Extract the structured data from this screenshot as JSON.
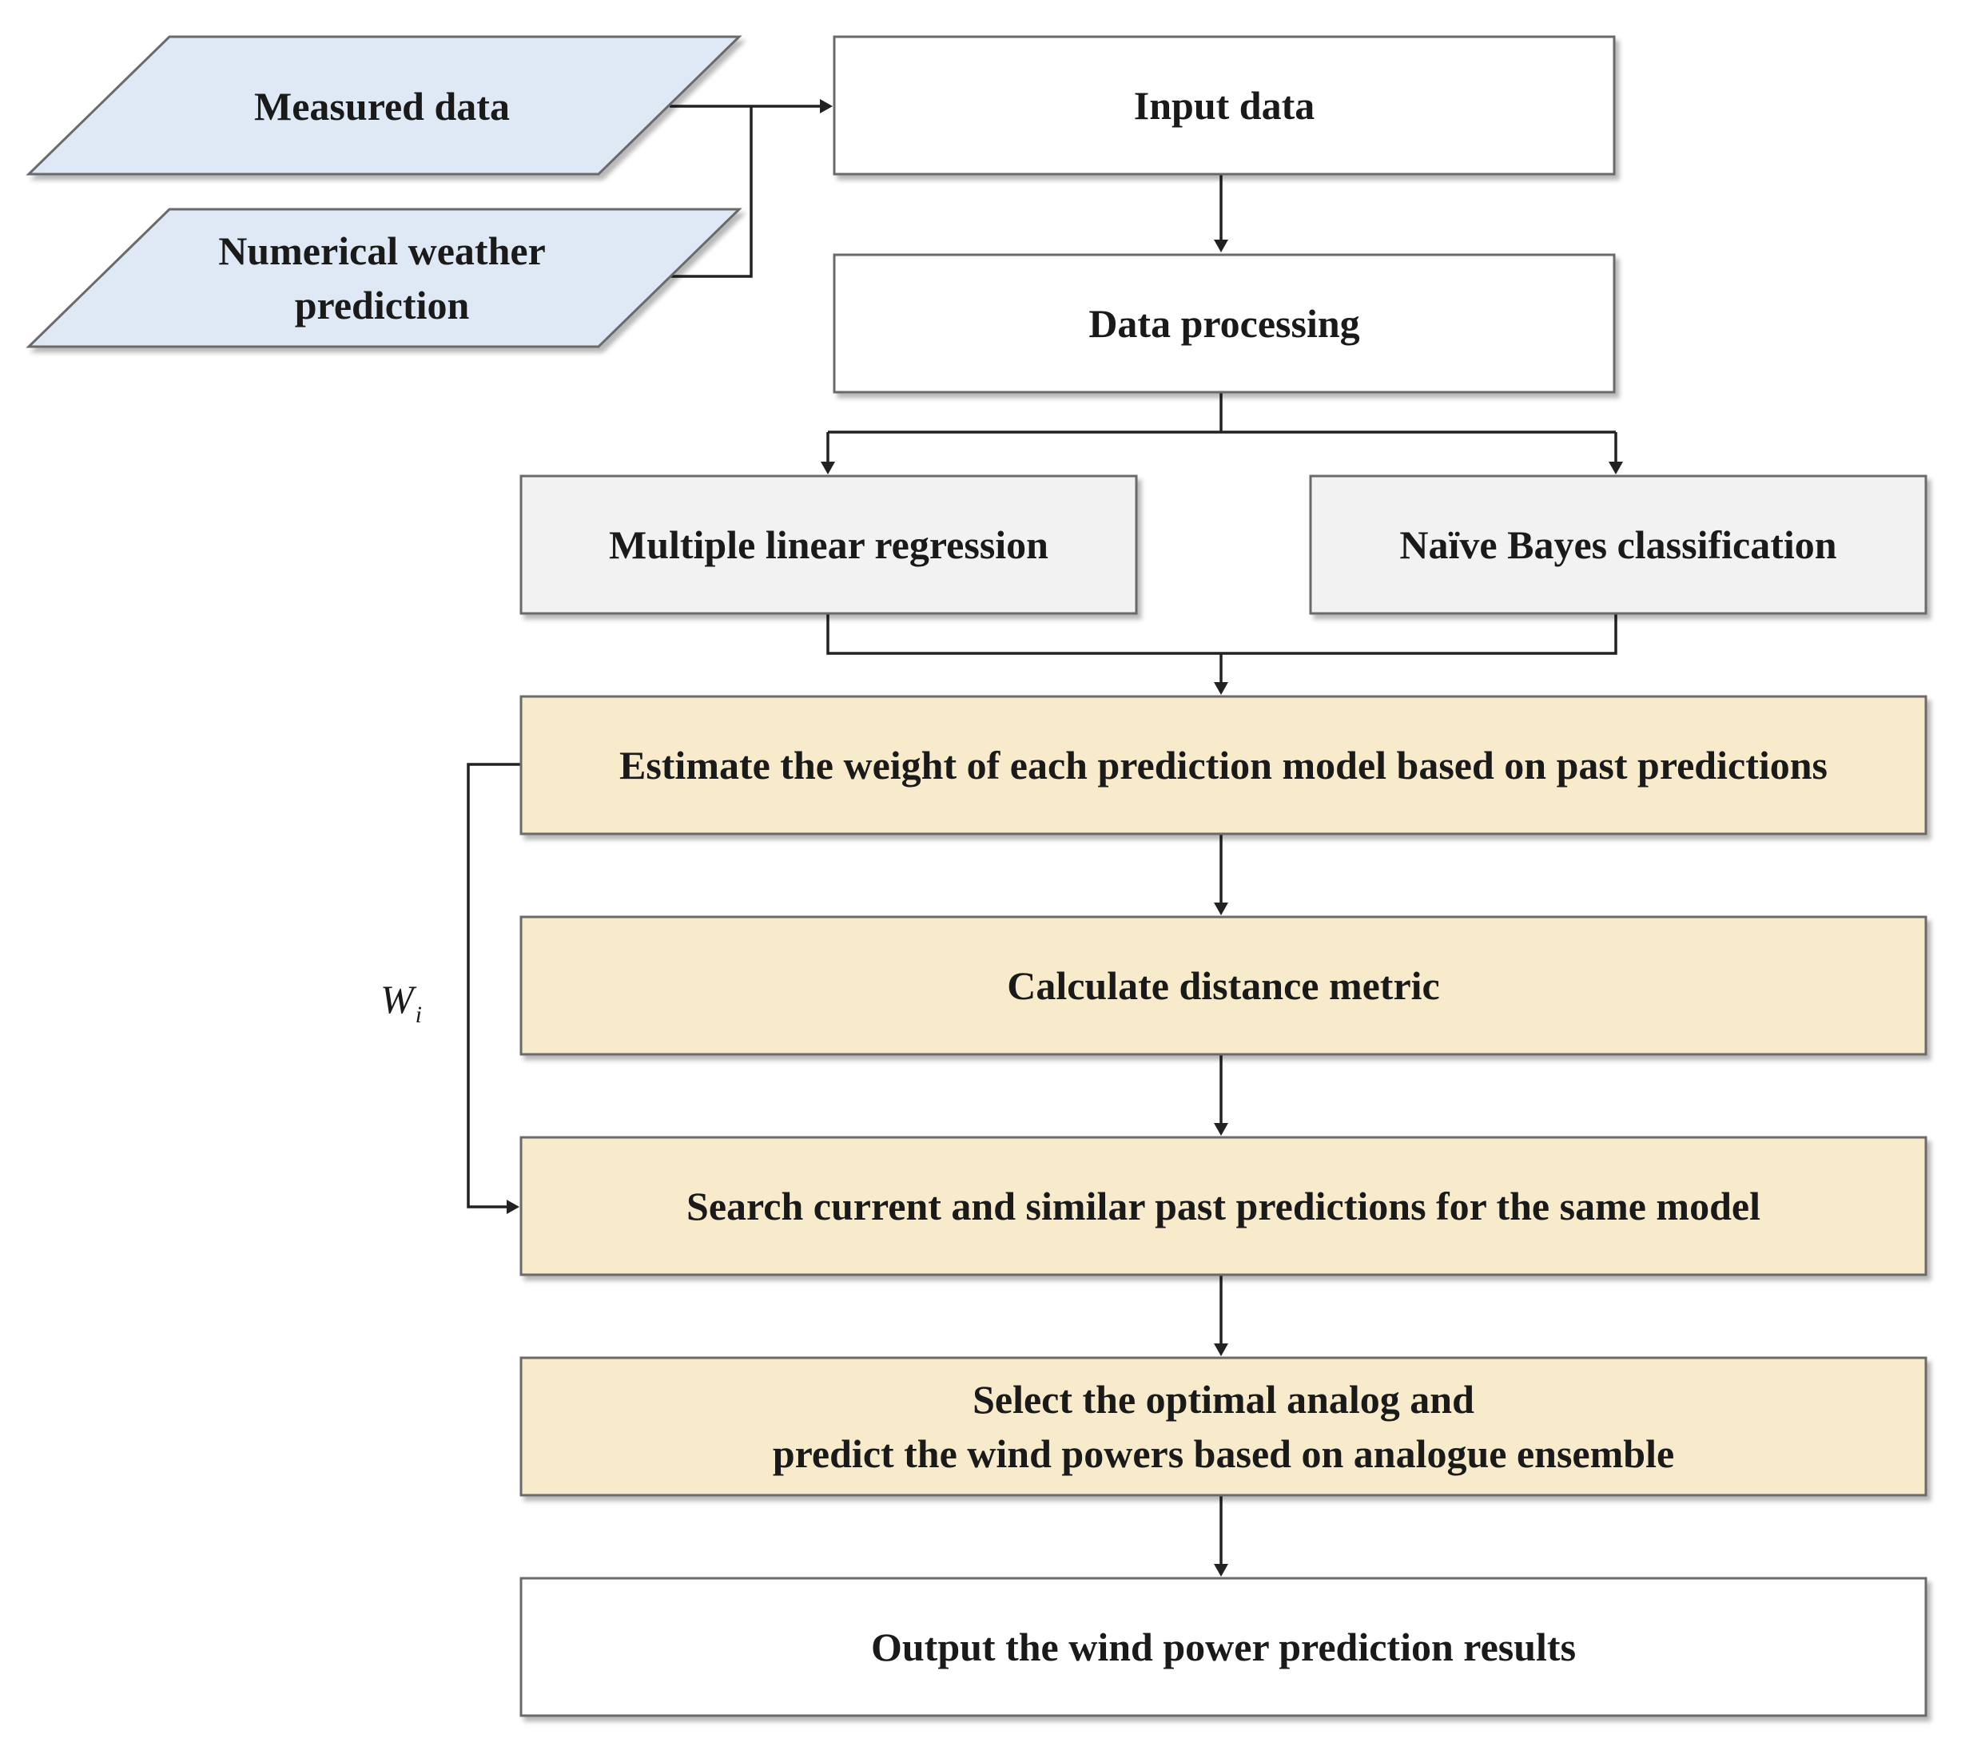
{
  "colors": {
    "input_fill": "#dfe9f5",
    "model_fill": "#f2f2f2",
    "process_fill": "#f7ebcb",
    "plain_fill": "#ffffff",
    "stroke": "#6b6b6b",
    "line": "#222222"
  },
  "nodes": {
    "measured_data": {
      "lines": [
        "Measured data"
      ]
    },
    "nwp": {
      "lines": [
        "Numerical weather",
        "prediction"
      ]
    },
    "input_data": {
      "lines": [
        "Input data"
      ]
    },
    "data_processing": {
      "lines": [
        "Data processing"
      ]
    },
    "mlr": {
      "lines": [
        "Multiple linear regression"
      ]
    },
    "nbc": {
      "lines": [
        "Naïve Bayes classification"
      ]
    },
    "estimate_weight": {
      "lines": [
        "Estimate the weight of each prediction model based on past predictions"
      ]
    },
    "calc_distance": {
      "lines": [
        "Calculate distance metric"
      ]
    },
    "search_predictions": {
      "lines": [
        "Search current and similar past predictions for the same model"
      ]
    },
    "select_analog": {
      "lines": [
        "Select the optimal analog and",
        "predict the wind powers based on analogue ensemble"
      ]
    },
    "output_results": {
      "lines": [
        "Output the wind power prediction results"
      ]
    }
  },
  "edge_labels": {
    "weight_loop": {
      "main": "W",
      "sub": "i"
    }
  }
}
